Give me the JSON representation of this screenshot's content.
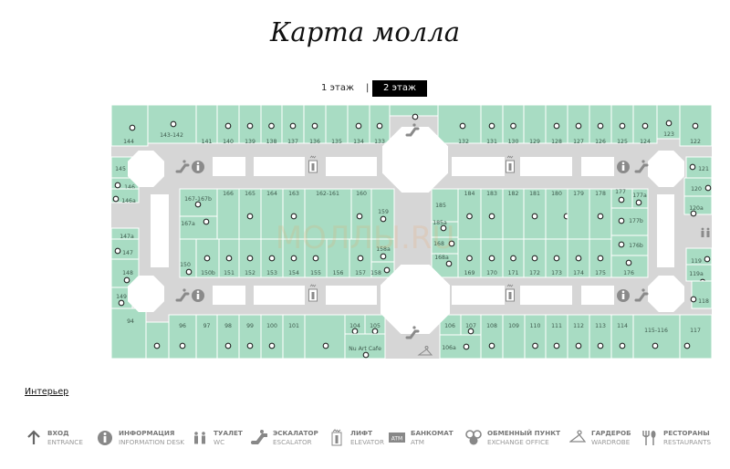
{
  "title": "Карта молла",
  "floor_tabs": [
    {
      "label": "1 этаж",
      "active": false
    },
    {
      "label": "2 этаж",
      "active": true
    }
  ],
  "tab_separator": "|",
  "watermark": "МОЛЛЫ.RU",
  "map": {
    "colors": {
      "shop": "#a8dcc3",
      "corridor": "#d6d6d6",
      "icon": "#8a8a8a"
    },
    "stores": [
      "144",
      "143-142",
      "141",
      "140",
      "139",
      "138",
      "137",
      "136",
      "135",
      "134",
      "133",
      "132",
      "131",
      "130",
      "129",
      "128",
      "127",
      "126",
      "125",
      "124",
      "123",
      "122",
      "145",
      "146",
      "146а",
      "147а",
      "147",
      "148",
      "149",
      "94",
      "167-167b",
      "167а",
      "166",
      "165",
      "164",
      "163",
      "162-161",
      "160",
      "159",
      "150",
      "150b",
      "151",
      "152",
      "153",
      "154",
      "155",
      "156",
      "157",
      "158",
      "158а",
      "185",
      "185а",
      "168",
      "168а",
      "184",
      "183",
      "182",
      "181",
      "180",
      "179",
      "178",
      "177",
      "177а",
      "177b",
      "176b",
      "176",
      "169",
      "170",
      "171",
      "172",
      "173",
      "174",
      "175",
      "121",
      "120",
      "120а",
      "119",
      "119а",
      "118",
      "117",
      "96",
      "97",
      "98",
      "99",
      "100",
      "101",
      "104",
      "105",
      "Nu Art Cafe",
      "106",
      "107",
      "106а",
      "108",
      "109",
      "110",
      "111",
      "112",
      "113",
      "114",
      "115-116"
    ]
  },
  "interior_link": "Интерьер",
  "legend": [
    {
      "icon": "arrow-up-icon",
      "ru": "ВХОД",
      "en": "ENTRANCE"
    },
    {
      "icon": "info-icon",
      "ru": "ИНФОРМАЦИЯ",
      "en": "INFORMATION DESK"
    },
    {
      "icon": "wc-icon",
      "ru": "ТУАЛЕТ",
      "en": "WC"
    },
    {
      "icon": "escalator-icon",
      "ru": "ЭСКАЛАТОР",
      "en": "ESCALATOR"
    },
    {
      "icon": "elevator-icon",
      "ru": "ЛИФТ",
      "en": "ELEVATOR"
    },
    {
      "icon": "atm-icon",
      "ru": "БАНКОМАТ",
      "en": "ATM",
      "badge": "ATM"
    },
    {
      "icon": "exchange-icon",
      "ru": "ОБМЕННЫЙ ПУНКТ",
      "en": "EXCHANGE OFFICE"
    },
    {
      "icon": "wardrobe-icon",
      "ru": "ГАРДЕРОБ",
      "en": "WARDROBE"
    },
    {
      "icon": "restaurant-icon",
      "ru": "РЕСТОРАНЫ",
      "en": "RESTAURANTS"
    }
  ]
}
